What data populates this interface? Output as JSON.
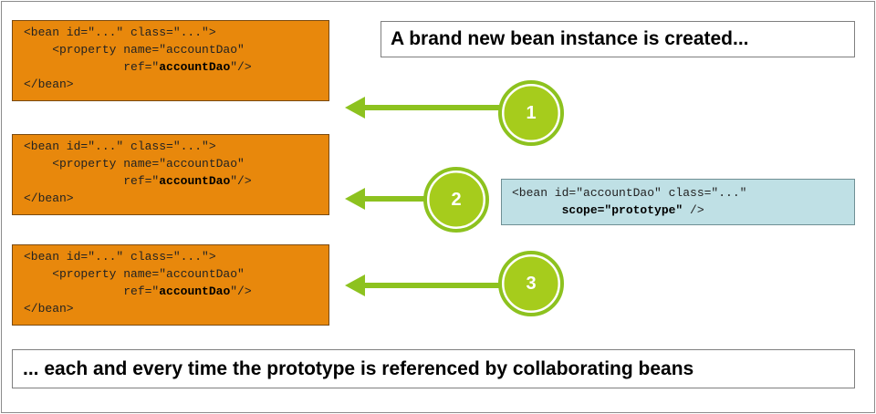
{
  "beans": [
    {
      "lines": [
        "<bean id=\"...\" class=\"...\">",
        "    <property name=\"accountDao\"",
        "              ref=\"",
        "accountDao",
        "\"/>",
        "</bean>"
      ]
    },
    {
      "lines": [
        "<bean id=\"...\" class=\"...\">",
        "    <property name=\"accountDao\"",
        "              ref=\"",
        "accountDao",
        "\"/>",
        "</bean>"
      ]
    },
    {
      "lines": [
        "<bean id=\"...\" class=\"...\">",
        "    <property name=\"accountDao\"",
        "              ref=\"",
        "accountDao",
        "\"/>",
        "</bean>"
      ]
    }
  ],
  "title": "A brand new bean instance is created...",
  "footer": "... each and every time the prototype is referenced by collaborating beans",
  "scope_box": {
    "line1": "<bean id=\"accountDao\" class=\"...\"",
    "line2_indent": "       ",
    "line2_bold": "scope=\"prototype\"",
    "line2_tail": " />"
  },
  "steps": [
    "1",
    "2",
    "3"
  ],
  "colors": {
    "bean_box": "#e8880c",
    "scope_box": "#bfe0e5",
    "arrow": "#8dc21f",
    "circle_fill": "#a6cc1c"
  }
}
